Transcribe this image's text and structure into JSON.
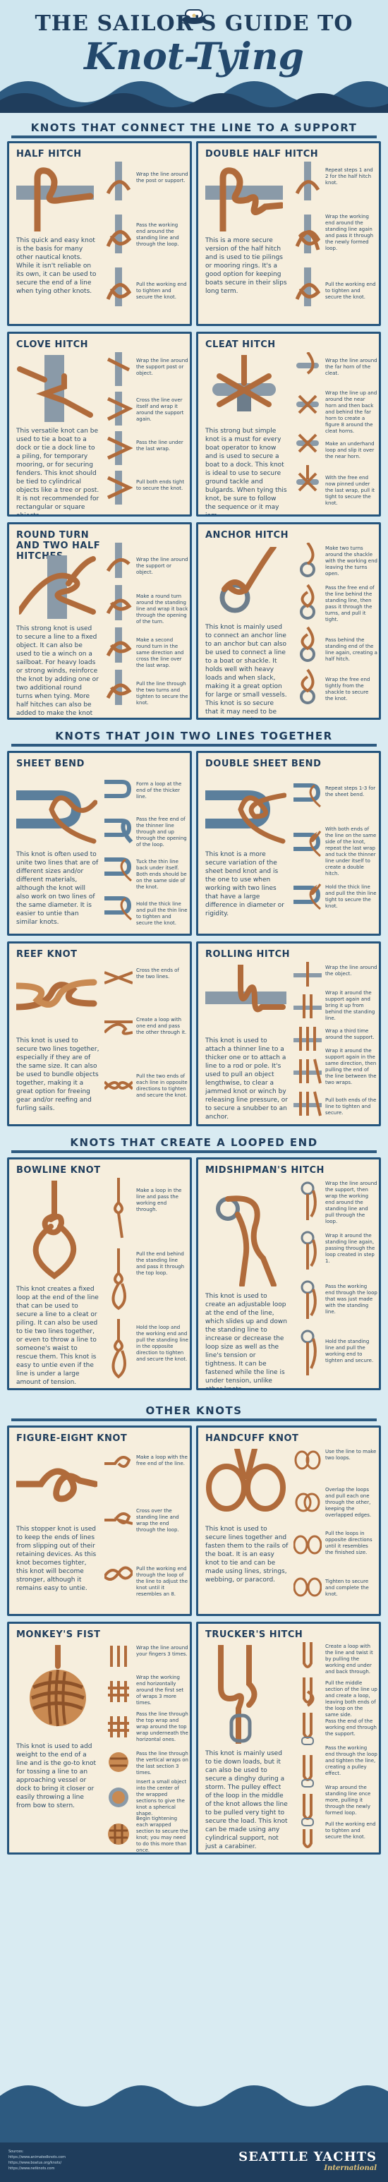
{
  "header": {
    "line1": "THE SAILOR'S GUIDE TO",
    "line2": "Knot-Tying"
  },
  "sections": {
    "support": "KNOTS THAT CONNECT THE LINE TO A SUPPORT",
    "join": "KNOTS THAT JOIN TWO LINES TOGETHER",
    "loop": "KNOTS THAT CREATE A LOOPED END",
    "other": "OTHER KNOTS"
  },
  "knots": {
    "half_hitch": {
      "title": "HALF HITCH",
      "desc": "This quick and easy knot is the basis for many other nautical knots. While it isn't reliable on its own, it can be used to secure the end of a line when tying other knots.",
      "steps": [
        "Wrap the line around the post or support.",
        "Pass the working end around the standing line and through the loop.",
        "Pull the working end to tighten and secure the knot."
      ]
    },
    "double_half_hitch": {
      "title": "DOUBLE HALF HITCH",
      "desc": "This is a more secure version of the half hitch and is used to tie pilings or mooring rings. It's a good option for keeping boats secure in their slips long term.",
      "steps": [
        "Repeat steps 1 and 2 for the half hitch knot.",
        "Wrap the working end around the standing line again and pass it through the newly formed loop.",
        "Pull the working end to tighten and secure the knot."
      ]
    },
    "clove_hitch": {
      "title": "CLOVE HITCH",
      "desc": "This versatile knot can be used to tie a boat to a dock or tie a dock line to a piling, for temporary mooring, or for securing fenders. This knot should be tied to cylindrical objects like a tree or post. It is not recommended for rectangular or square objects.",
      "steps": [
        "Wrap the line around the support post or object.",
        "Cross the line over itself and wrap it around the support again.",
        "Pass the line under the last wrap.",
        "Pull both ends tight to secure the knot."
      ]
    },
    "cleat_hitch": {
      "title": "CLEAT HITCH",
      "desc": "This strong but simple knot is a must for every boat operator to know and is used to secure a boat to a dock. This knot is ideal to use to secure ground tackle and bulgards. When tying this knot, be sure to follow the sequence or it may jam.",
      "steps": [
        "Wrap the line around the far horn of the cleat.",
        "Wrap the line up and around the near horn and then back and behind the far horn to create a figure 8 around the cleat horns.",
        "Make an underhand loop and slip it over the near horn.",
        "With the free end now pinned under the last wrap, pull it tight to secure the knot."
      ]
    },
    "round_turn": {
      "title": "ROUND TURN AND TWO HALF HITCHES",
      "desc": "This strong knot is used to secure a line to a fixed object. It can also be used to tie a winch on a sailboat. For heavy loads or strong winds, reinforce the knot by adding one or two additional round turns when tying. More half hitches can also be added to make the knot more secure.",
      "steps": [
        "Wrap the line around the support or object.",
        "Make a round turn around the standing line and wrap it back through the opening of the turn.",
        "Make a second round turn in the same direction and cross the line over the last wrap.",
        "Pull the line through the two turns and tighten to secure the knot."
      ]
    },
    "anchor_hitch": {
      "title": "ANCHOR HITCH",
      "desc": "This knot is mainly used to connect an anchor line to an anchor but can also be used to connect a line to a boat or shackle. It holds well with heavy loads and when slack, making it a great option for large or small vessels. This knot is so secure that it may need to be cut to release it.",
      "steps": [
        "Make two turns around the shackle with the working end leaving the turns open.",
        "Pass the free end of the line behind the standing line, then pass it through the turns, and pull it tight.",
        "Pass behind the standing end of the line again, creating a half hitch.",
        "Wrap the free end tightly from the shackle to secure the knot."
      ]
    },
    "sheet_bend": {
      "title": "SHEET BEND",
      "desc": "This knot is often used to unite two lines that are of different sizes and/or different materials, although the knot will also work on two lines of the same diameter. It is easier to untie than similar knots.",
      "steps": [
        "Form a loop at the end of the thicker line.",
        "Pass the free end of the thinner line through and up through the opening of the loop.",
        "Tuck the thin line back under itself. Both ends should be on the same side of the knot.",
        "Hold the thick line and pull the thin line to tighten and secure the knot."
      ]
    },
    "double_sheet_bend": {
      "title": "DOUBLE SHEET BEND",
      "desc": "This knot is a more secure variation of the sheet bend knot and is the one to use when working with two lines that have a large difference in diameter or rigidity.",
      "steps": [
        "Repeat steps 1-3 for the sheet bend.",
        "With both ends of the line on the same side of the knot, repeat the last wrap and tuck the thinner line under itself to create a double hitch.",
        "Hold the thick line and pull the thin line tight to secure the knot."
      ]
    },
    "reef_knot": {
      "title": "REEF KNOT",
      "desc": "This knot is used to secure two lines together, especially if they are of the same size. It can also be used to bundle objects together, making it a great option for freeing gear and/or reefing and furling sails.",
      "steps": [
        "Cross the ends of the two lines.",
        "Create a loop with one end and pass the other through it.",
        "Pull the two ends of each line in opposite directions to tighten and secure the knot."
      ]
    },
    "rolling_hitch": {
      "title": "ROLLING HITCH",
      "desc": "This knot is used to attach a thinner line to a thicker one or to attach a line to a rod or pole. It's used to pull an object lengthwise, to clear a jammed knot or winch by releasing line pressure, or to secure a snubber to an anchor.",
      "steps": [
        "Wrap the line around the object.",
        "Wrap it around the support again and bring it up from behind the standing line.",
        "Wrap a third time around the support.",
        "Wrap it around the support again in the same direction, then pulling the end of the line between the two wraps.",
        "Pull both ends of the line to tighten and secure."
      ]
    },
    "bowline": {
      "title": "BOWLINE KNOT",
      "desc": "This knot creates a fixed loop at the end of the line that can be used to secure a line to a cleat or piling. It can also be used to tie two lines together, or even to throw a line to someone's waist to rescue them. This knot is easy to untie even if the line is under a large amount of tension.",
      "steps": [
        "Make a loop in the line and pass the working end through.",
        "Pull the end behind the standing line and pass it through the top loop.",
        "Hold the loop and the working end and pull the standing line in the opposite direction to tighten and secure the knot."
      ]
    },
    "midshipman": {
      "title": "MIDSHIPMAN'S HITCH",
      "desc": "This knot is used to create an adjustable loop at the end of the line, which slides up and down the standing line to increase or decrease the loop size as well as the line's tension or tightness. It can be fastened while the line is under tension, unlike other knots.",
      "steps": [
        "Wrap the line around the support, then wrap the working end around the standing line and pull through the loop.",
        "Wrap it around the standing line again, passing through the loop created in step 1.",
        "Pass the working end through the loop that was just made with the standing line.",
        "Hold the standing line and pull the working end to tighten and secure."
      ]
    },
    "figure_eight": {
      "title": "FIGURE-EIGHT KNOT",
      "desc": "This stopper knot is used to keep the ends of lines from slipping out of their retaining devices. As this knot becomes tighter, this knot will become stronger, although it remains easy to untie.",
      "steps": [
        "Make a loop with the free end of the line.",
        "Cross over the standing line and wrap the end through the loop.",
        "Pull the working end through the loop of the line to adjust the knot until it resembles an 8."
      ]
    },
    "handcuff": {
      "title": "HANDCUFF KNOT",
      "desc": "This knot is used to secure lines together and fasten them to the rails of the boat. It is an easy knot to tie and can be made using lines, strings, webbing, or paracord.",
      "steps": [
        "Use the line to make two loops.",
        "Overlap the loops and pull each one through the other, keeping the overlapped edges.",
        "Pull the loops in opposite directions until it resembles the finished size.",
        "Tighten to secure and complete the knot."
      ]
    },
    "monkeys_fist": {
      "title": "MONKEY'S FIST",
      "desc": "This knot is used to add weight to the end of a line and is the go-to knot for tossing a line to an approaching vessel or dock to bring it closer or easily throwing a line from bow to stern.",
      "steps": [
        "Wrap the line around your fingers 3 times.",
        "Wrap the working end horizontally around the first set of wraps 3 more times.",
        "Pass the line through the top wrap and wrap around the top wrap underneath the horizontal ones.",
        "Pass the line through the vertical wraps on the last section 3 times.",
        "Insert a small object into the center of the wrapped sections to give the knot a spherical shape.",
        "Begin tightening each wrapped section to secure the knot; you may need to do this more than once."
      ]
    },
    "truckers": {
      "title": "TRUCKER'S HITCH",
      "desc": "This knot is mainly used to tie down loads, but it can also be used to secure a dinghy during a storm. The pulley effect of the loop in the middle of the knot allows the line to be pulled very tight to secure the load. This knot can be made using any cylindrical support, not just a carabiner.",
      "steps": [
        "Create a loop with the line and twist it by pulling the working end under and back through.",
        "Pull the middle section of the line up and create a loop, leaving both ends of the loop on the same side.",
        "Pass the end of the working end through the support.",
        "Pass the working end through the loop and tighten the line, creating a pulley effect.",
        "Wrap around the standing line once more, pulling it through the newly formed loop.",
        "Pull the working end to tighten and secure the knot."
      ]
    }
  },
  "footer": {
    "sources": [
      "Sources:",
      "https://www.animatedknots.com",
      "https://www.boatus.org/knots/",
      "https://www.netknots.com"
    ],
    "brand_line1": "SEATTLE YACHTS",
    "brand_line2": "International"
  },
  "colors": {
    "background": "#d9ebf2",
    "navy": "#1f3d5c",
    "panel": "#f6eedd",
    "border": "#25557d",
    "rope": "#b06b3b",
    "wood": "#8a9aa8"
  }
}
